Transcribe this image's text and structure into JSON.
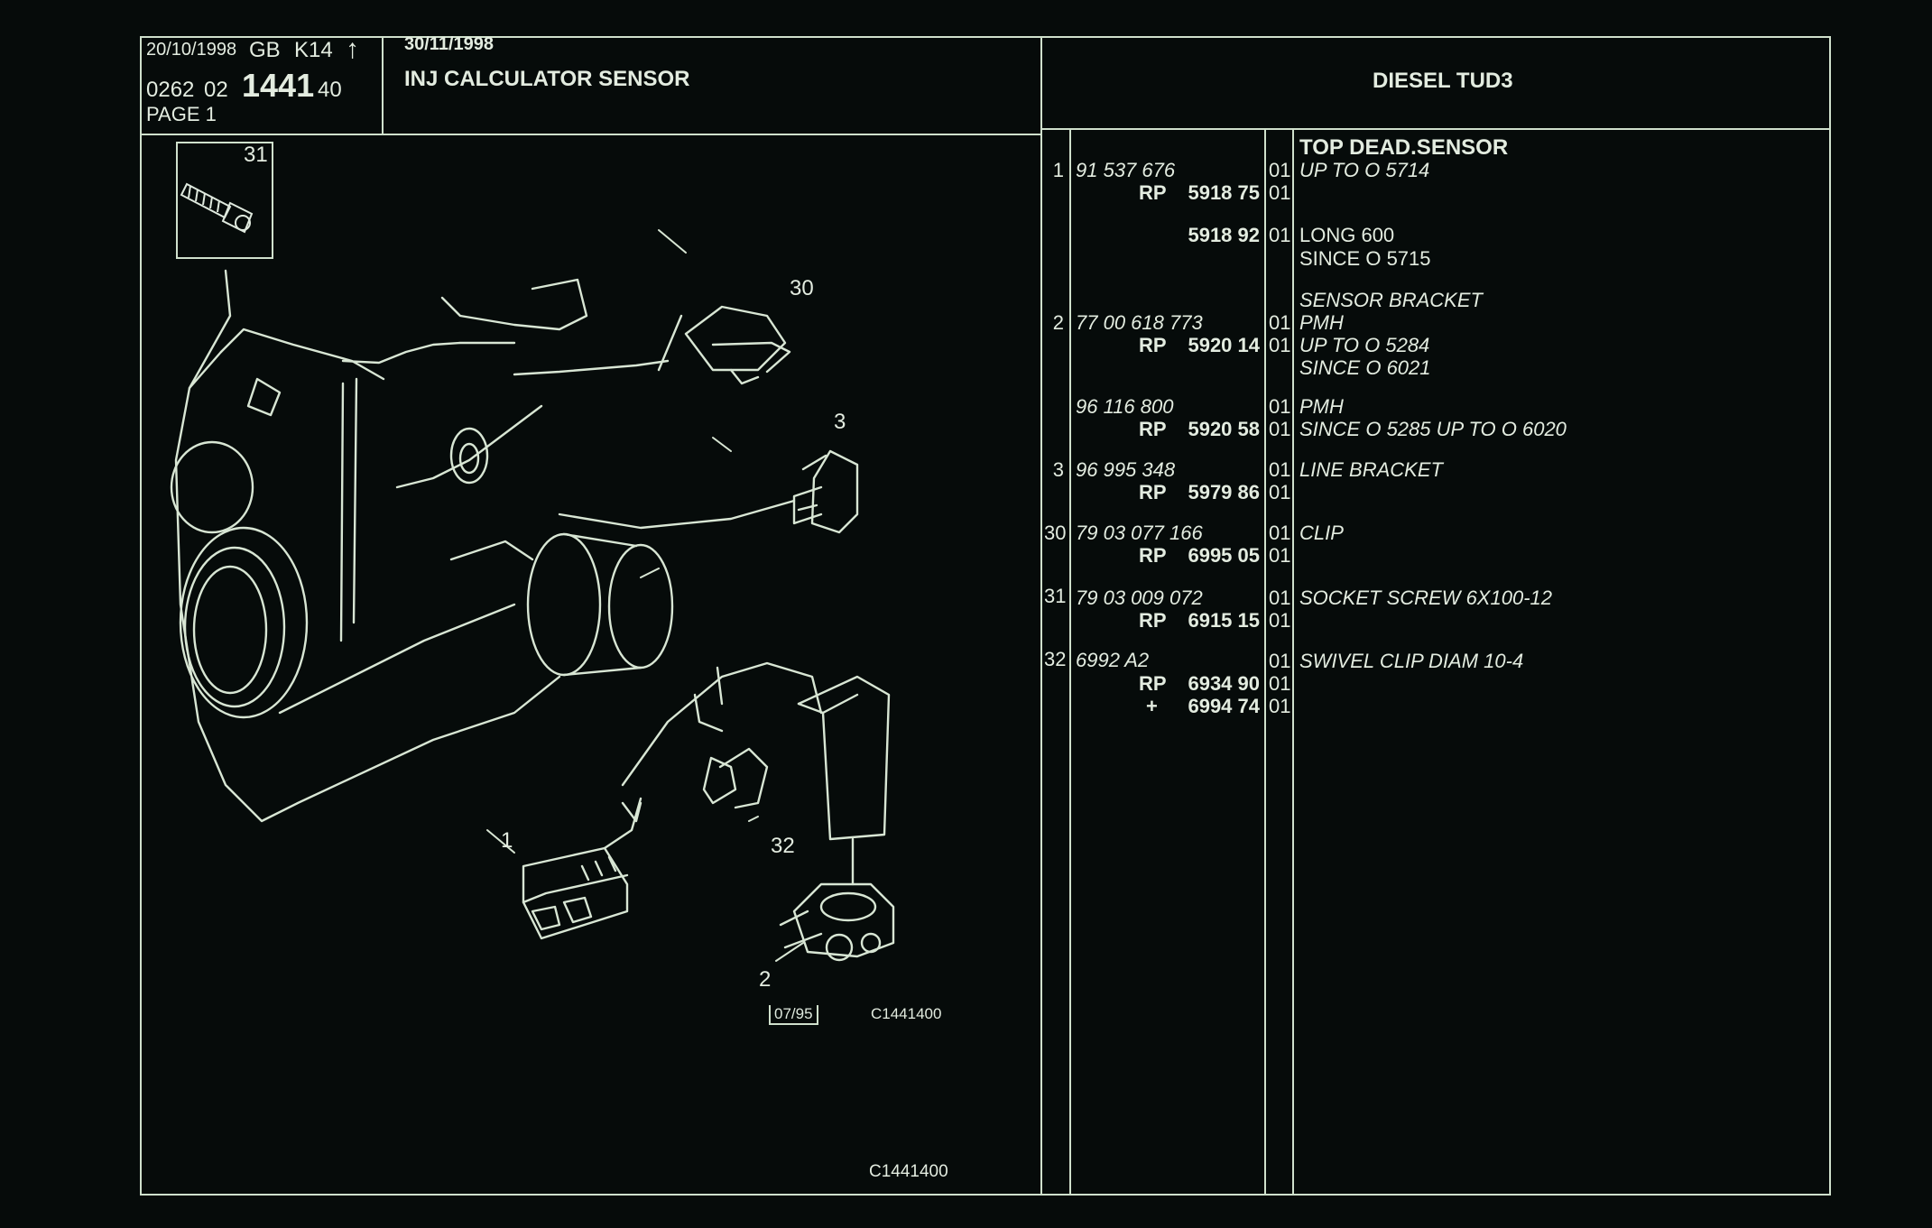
{
  "header": {
    "date_left": "20/10/1998",
    "lang": "GB",
    "code": "K14",
    "arrow_symbol": "↑",
    "num_prefix": "0262",
    "num_a": "02",
    "num_main": "1441",
    "num_b": "40",
    "page": "PAGE 1",
    "date_mid": "30/11/1998",
    "title": "INJ CALCULATOR SENSOR",
    "engine": "DIESEL TUD3"
  },
  "drawing": {
    "callouts": [
      "31",
      "30",
      "3",
      "1",
      "32",
      "2"
    ],
    "ref_date": "07/95",
    "ref_code": "C1441400",
    "bottom_code": "C1441400"
  },
  "parts": {
    "group_title": "TOP DEAD.SENSOR",
    "rows": [
      {
        "item": "1",
        "part": "91 537 676",
        "qty": "01",
        "desc": "UP TO O 5714"
      },
      {
        "prefix": "RP",
        "part": "5918 75",
        "qty": "01",
        "desc": ""
      },
      {
        "prefix": "",
        "part": "5918 92",
        "qty": "01",
        "desc": "LONG 600"
      },
      {
        "desc": "SINCE O 5715"
      },
      {
        "desc": "SENSOR BRACKET"
      },
      {
        "item": "2",
        "part": "77 00 618 773",
        "qty": "01",
        "desc": "PMH"
      },
      {
        "prefix": "RP",
        "part": "5920 14",
        "qty": "01",
        "desc": "UP TO O 5284"
      },
      {
        "desc": "SINCE O 6021"
      },
      {
        "part": "96 116 800",
        "qty": "01",
        "desc": "PMH"
      },
      {
        "prefix": "RP",
        "part": "5920 58",
        "qty": "01",
        "desc": "SINCE O 5285 UP TO O 6020"
      },
      {
        "item": "3",
        "part": "96 995 348",
        "qty": "01",
        "desc": "LINE BRACKET"
      },
      {
        "prefix": "RP",
        "part": "5979 86",
        "qty": "01",
        "desc": ""
      },
      {
        "item": "30",
        "part": "79 03 077 166",
        "qty": "01",
        "desc": "CLIP"
      },
      {
        "prefix": "RP",
        "part": "6995 05",
        "qty": "01",
        "desc": ""
      },
      {
        "item": "31",
        "part": "79 03 009 072",
        "qty": "01",
        "desc": "SOCKET SCREW 6X100-12"
      },
      {
        "prefix": "RP",
        "part": "6915 15",
        "qty": "01",
        "desc": ""
      },
      {
        "item": "32",
        "part": "6992 A2",
        "qty": "01",
        "desc": "SWIVEL CLIP DIAM 10-4"
      },
      {
        "prefix": "RP",
        "part": "6934 90",
        "qty": "01",
        "desc": ""
      },
      {
        "prefix": "+",
        "part": "6994 74",
        "qty": "01",
        "desc": ""
      }
    ]
  }
}
